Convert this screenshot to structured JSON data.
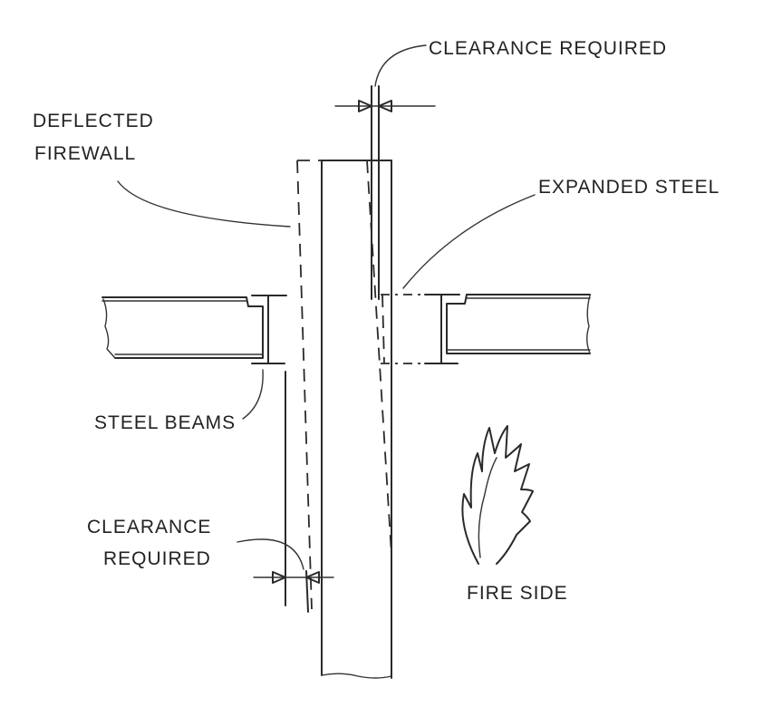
{
  "labels": {
    "clearance_top": "CLEARANCE REQUIRED",
    "deflected_line1": "DEFLECTED",
    "deflected_line2": "FIREWALL",
    "expanded_steel": "EXPANDED STEEL",
    "steel_beams": "STEEL BEAMS",
    "clearance_bottom_line1": "CLEARANCE",
    "clearance_bottom_line2": "REQUIRED",
    "fire_side": "FIRE SIDE"
  },
  "colors": {
    "ink": "#2a2a2a",
    "paper": "#ffffff"
  }
}
